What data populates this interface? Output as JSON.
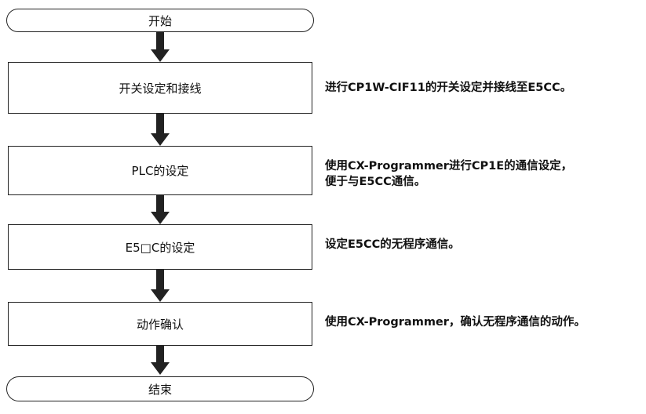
{
  "flowchart": {
    "start": "开始",
    "end": "结束",
    "steps": [
      {
        "label": "开关设定和接线",
        "note": [
          "进行CP1W-CIF11的开关设定并接线至E5CC。"
        ]
      },
      {
        "label": "PLC的设定",
        "note": [
          "使用CX-Programmer进行CP1E的通信设定，",
          "便于与E5CC通信。"
        ]
      },
      {
        "label": "E5□C的设定",
        "note": [
          "设定E5CC的无程序通信。"
        ]
      },
      {
        "label": "动作确认",
        "note": [
          "使用CX-Programmer，确认无程序通信的动作。"
        ]
      }
    ]
  }
}
